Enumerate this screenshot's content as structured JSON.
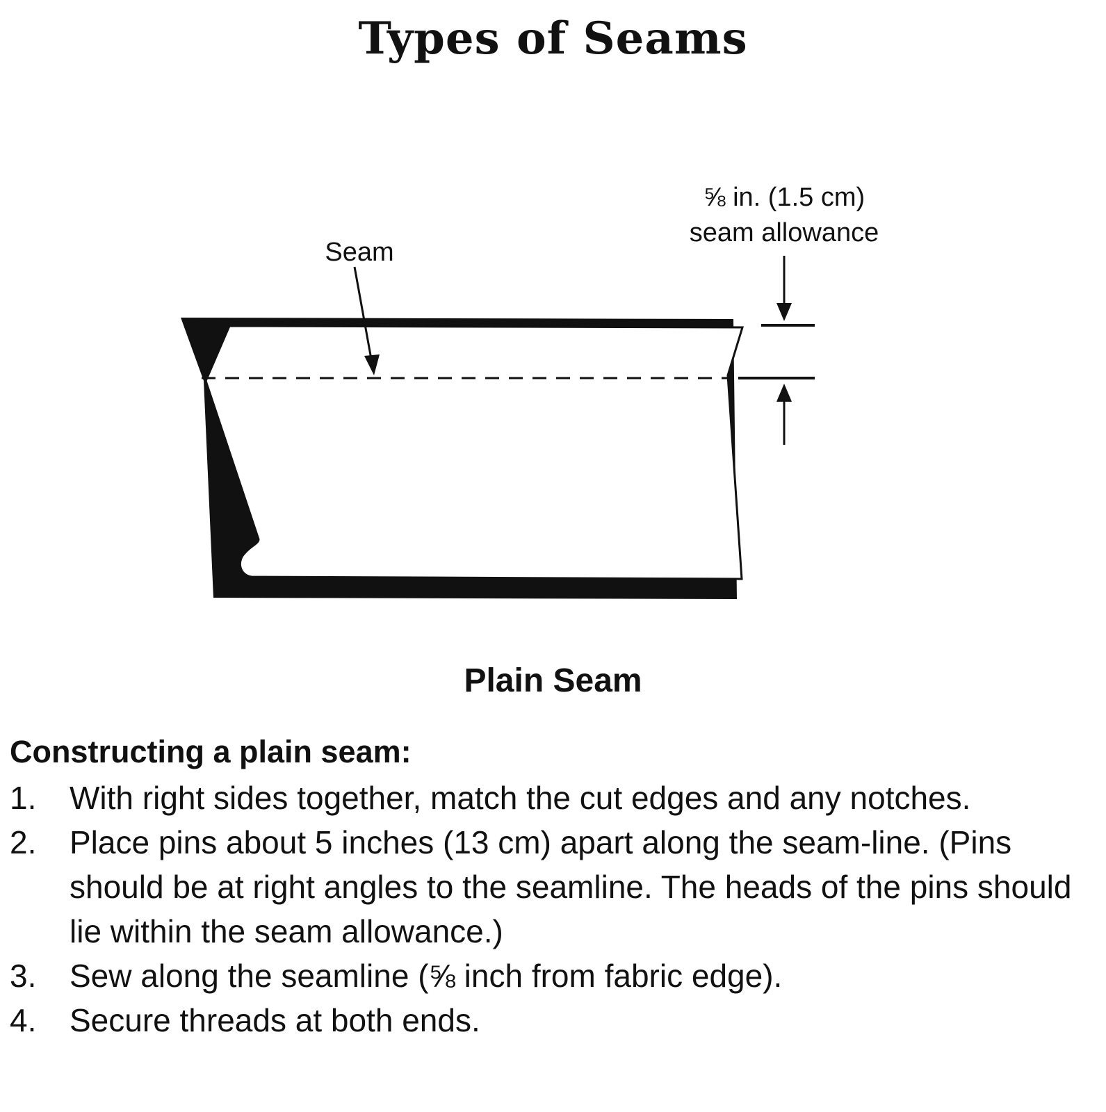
{
  "title": "Types of Seams",
  "diagram": {
    "label_seam": "Seam",
    "label_allowance_line1": "⅝ in. (1.5 cm)",
    "label_allowance_line2": "seam allowance",
    "caption": "Plain Seam"
  },
  "instructions": {
    "heading": "Constructing a plain seam:",
    "steps": [
      {
        "num": "1.",
        "text": "With right sides together, match the cut edges and any notches."
      },
      {
        "num": "2.",
        "text": "Place pins about 5 inches (13 cm) apart along the seam-line. (Pins should be at right angles to the seamline. The heads of the pins should lie within the seam allowance.)"
      },
      {
        "num": "3.",
        "text": "Sew along the seamline (⅝ inch from fabric edge)."
      },
      {
        "num": "4.",
        "text": "Secure threads at both ends."
      }
    ]
  }
}
